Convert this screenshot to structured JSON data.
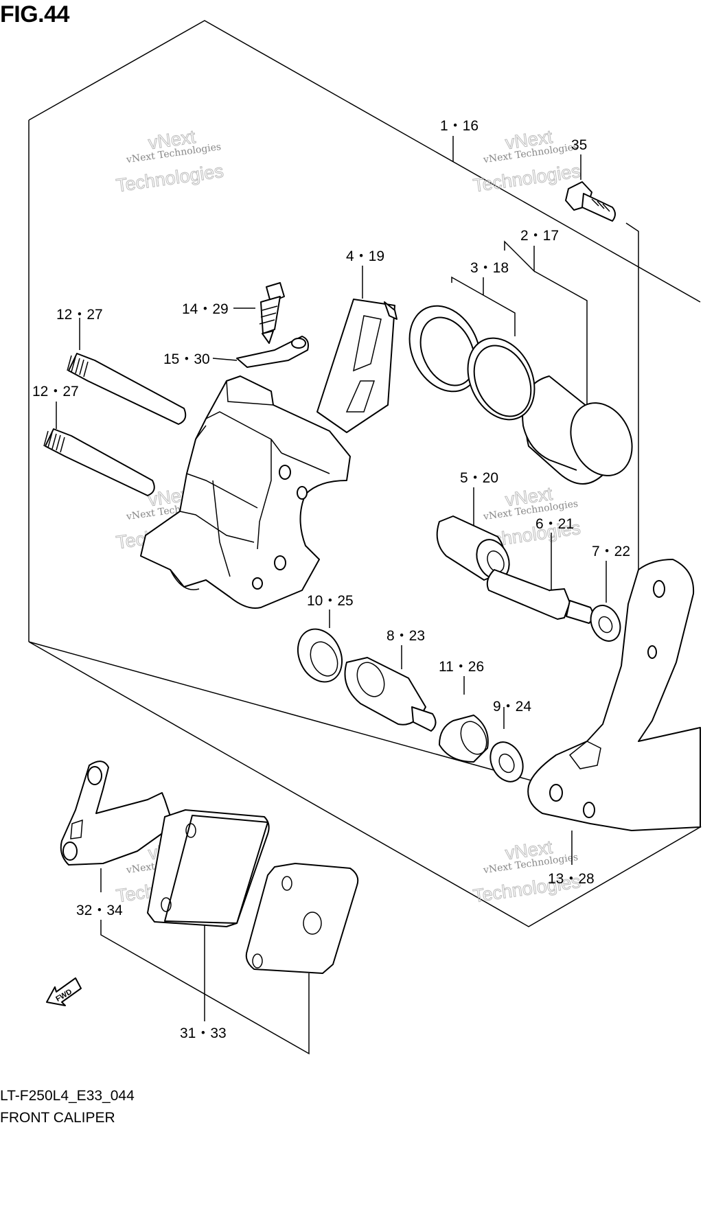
{
  "figure": {
    "title": "FIG.44",
    "code": "LT-F250L4_E33_044",
    "caption": "FRONT CALIPER"
  },
  "callouts": [
    {
      "id": "c-1-16",
      "text": "1・16"
    },
    {
      "id": "c-35",
      "text": "35"
    },
    {
      "id": "c-2-17",
      "text": "2・17"
    },
    {
      "id": "c-3-18",
      "text": "3・18"
    },
    {
      "id": "c-4-19",
      "text": "4・19"
    },
    {
      "id": "c-14-29",
      "text": "14・29"
    },
    {
      "id": "c-15-30",
      "text": "15・30"
    },
    {
      "id": "c-12-27a",
      "text": "12・27"
    },
    {
      "id": "c-12-27b",
      "text": "12・27"
    },
    {
      "id": "c-5-20",
      "text": "5・20"
    },
    {
      "id": "c-6-21",
      "text": "6・21"
    },
    {
      "id": "c-7-22",
      "text": "7・22"
    },
    {
      "id": "c-10-25",
      "text": "10・25"
    },
    {
      "id": "c-8-23",
      "text": "8・23"
    },
    {
      "id": "c-11-26",
      "text": "11・26"
    },
    {
      "id": "c-9-24",
      "text": "9・24"
    },
    {
      "id": "c-13-28",
      "text": "13・28"
    },
    {
      "id": "c-32-34",
      "text": "32・34"
    },
    {
      "id": "c-31-33",
      "text": "31・33"
    }
  ],
  "fwd_arrow": {
    "label": "FWD"
  },
  "watermark": {
    "small": "vNext Technologies",
    "big_1": "vNext",
    "big_2": "Technologies"
  }
}
